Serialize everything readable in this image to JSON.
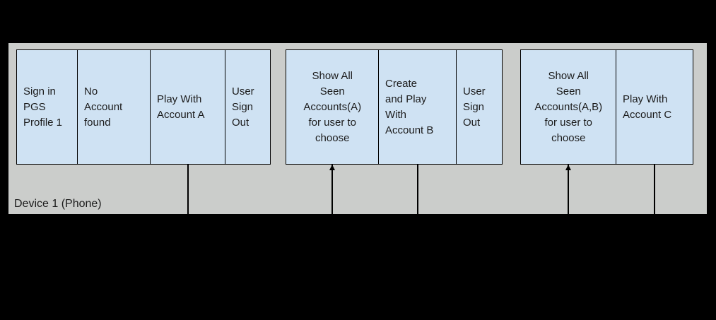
{
  "device": {
    "label": "Device 1 (Phone)"
  },
  "colors": {
    "background": "#000000",
    "container_fill": "#cbcdcb",
    "box_fill": "#cfe2f3",
    "box_border": "#000000",
    "text": "#1b1b1b"
  },
  "boxes": [
    {
      "id": "sign-in-pgs-profile-1",
      "text": "Sign in\nPGS\nProfile 1"
    },
    {
      "id": "no-account-found",
      "text": "No\nAccount\nfound"
    },
    {
      "id": "play-with-account-a",
      "text": "Play With\nAccount A"
    },
    {
      "id": "user-sign-out-1",
      "text": "User\nSign\nOut"
    },
    {
      "id": "show-all-seen-accounts-a",
      "text": "Show All\nSeen\nAccounts(A)\nfor user to\nchoose"
    },
    {
      "id": "create-and-play-with-account-b",
      "text": "Create\nand Play\nWith\nAccount B"
    },
    {
      "id": "user-sign-out-2",
      "text": "User\nSign\nOut"
    },
    {
      "id": "show-all-seen-accounts-a-b",
      "text": "Show All\nSeen\nAccounts(A,B)\nfor user to\nchoose"
    },
    {
      "id": "play-with-account-c",
      "text": "Play With\nAccount C"
    }
  ],
  "connectors": [
    {
      "target": "play-with-account-a",
      "arrow": false
    },
    {
      "target": "show-all-seen-accounts-a",
      "arrow": true
    },
    {
      "target": "create-and-play-with-account-b",
      "arrow": false
    },
    {
      "target": "show-all-seen-accounts-a-b",
      "arrow": true
    },
    {
      "target": "play-with-account-c",
      "arrow": false
    }
  ]
}
